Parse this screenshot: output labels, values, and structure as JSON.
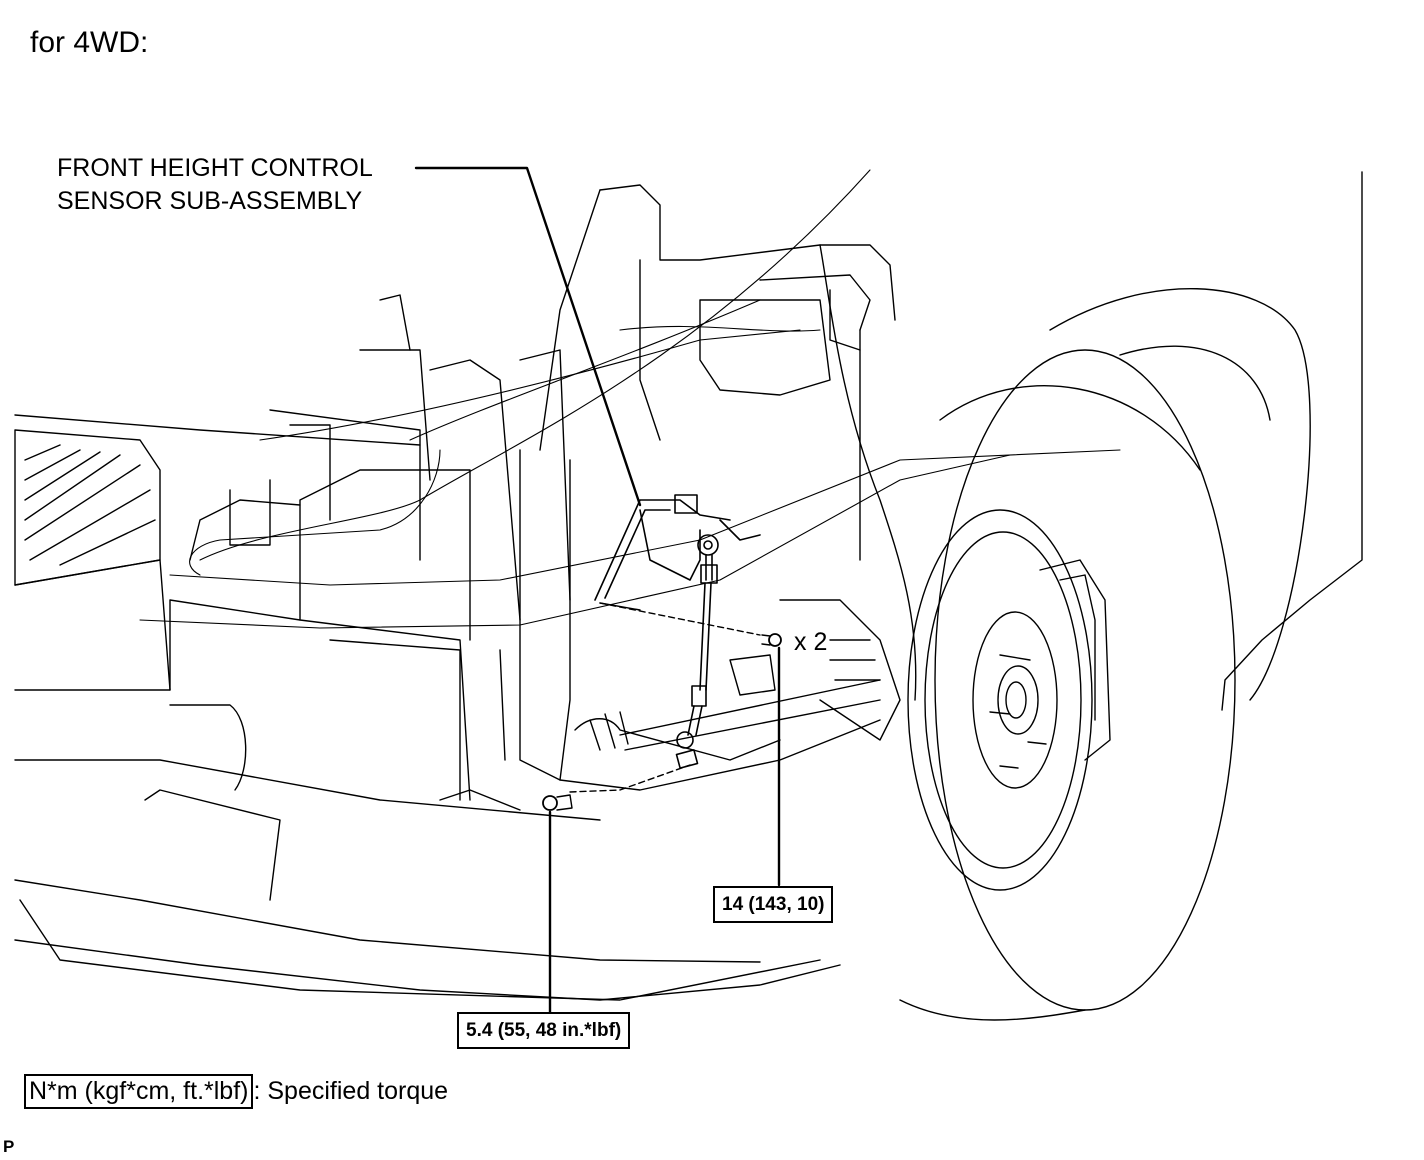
{
  "title": "for 4WD:",
  "callout": {
    "line1": "FRONT HEIGHT CONTROL",
    "line2": "SENSOR SUB-ASSEMBLY"
  },
  "quantity": "x 2",
  "torque": {
    "upper_bolts": "14 (143, 10)",
    "lower_bolt": "5.4 (55, 48 in.*lbf)"
  },
  "legend": {
    "unit": "N*m (kgf*cm, ft.*lbf)",
    "description": ": Specified torque"
  },
  "figure_code": "P"
}
